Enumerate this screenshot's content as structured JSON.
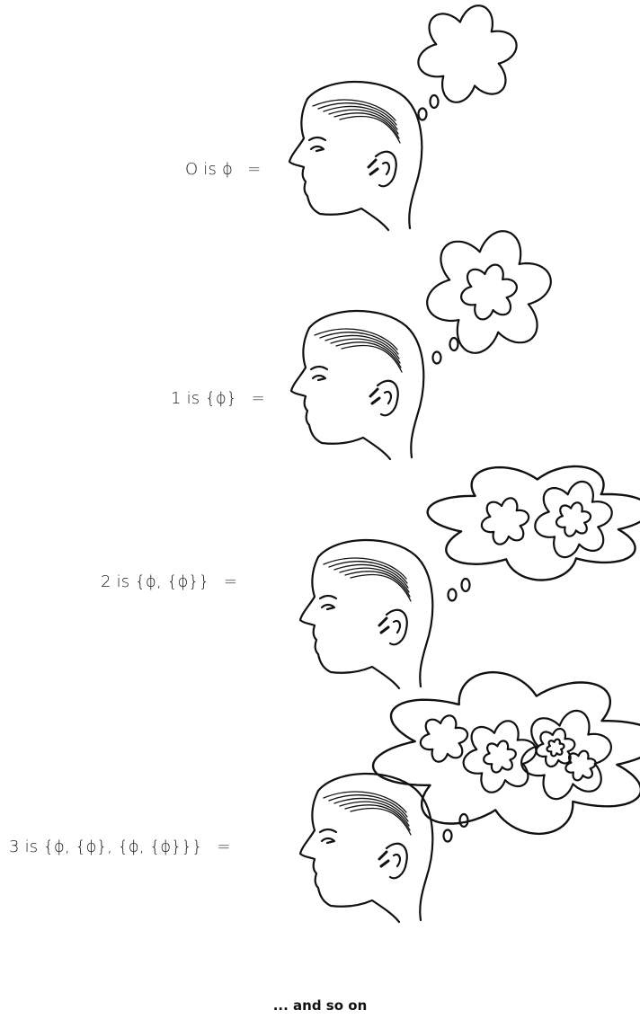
{
  "rows": [
    {
      "expression": "O is ϕ",
      "equals": "="
    },
    {
      "expression": "1 is {ϕ}",
      "equals": "="
    },
    {
      "expression": "2 is {ϕ, {ϕ}}",
      "equals": "="
    },
    {
      "expression": "3 is {ϕ, {ϕ}, {ϕ, {ϕ}}}",
      "equals": "="
    }
  ],
  "caption": "... and so on",
  "ink_color": "#111111",
  "icons": [
    "head-profile-icon",
    "thought-bubble-icon",
    "flower-set-icon"
  ]
}
